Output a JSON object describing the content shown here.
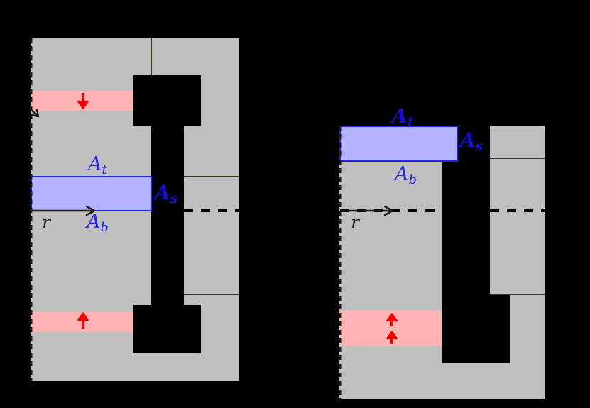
{
  "figure": {
    "background_color": "#000000",
    "body_color": "#bfbfbf",
    "accent_blue": "#2222ee",
    "fill_blue": "#b3b3ff",
    "accent_red": "#ee0000",
    "fill_red": "#ffb3b3",
    "line_color": "#333322"
  },
  "left_panel": {
    "labels": {
      "a_t": "A",
      "a_t_sub": "t",
      "a_b": "A",
      "a_b_sub": "b",
      "a_s": "A",
      "a_s_sub": "s",
      "r": "r"
    },
    "arrows": {
      "top_flow": "down-arrow",
      "bottom_flow": "up-arrow",
      "radial": "r-axis-arrow",
      "corner_tick": "corner-tick-arrow"
    }
  },
  "right_panel": {
    "labels": {
      "a_t": "A",
      "a_t_sub": "t",
      "a_b": "A",
      "a_b_sub": "b",
      "a_s": "A",
      "a_s_sub": "s",
      "r": "r"
    },
    "arrows": {
      "bottom_flow_1": "up-arrow",
      "bottom_flow_2": "up-arrow",
      "radial": "r-axis-arrow"
    }
  }
}
